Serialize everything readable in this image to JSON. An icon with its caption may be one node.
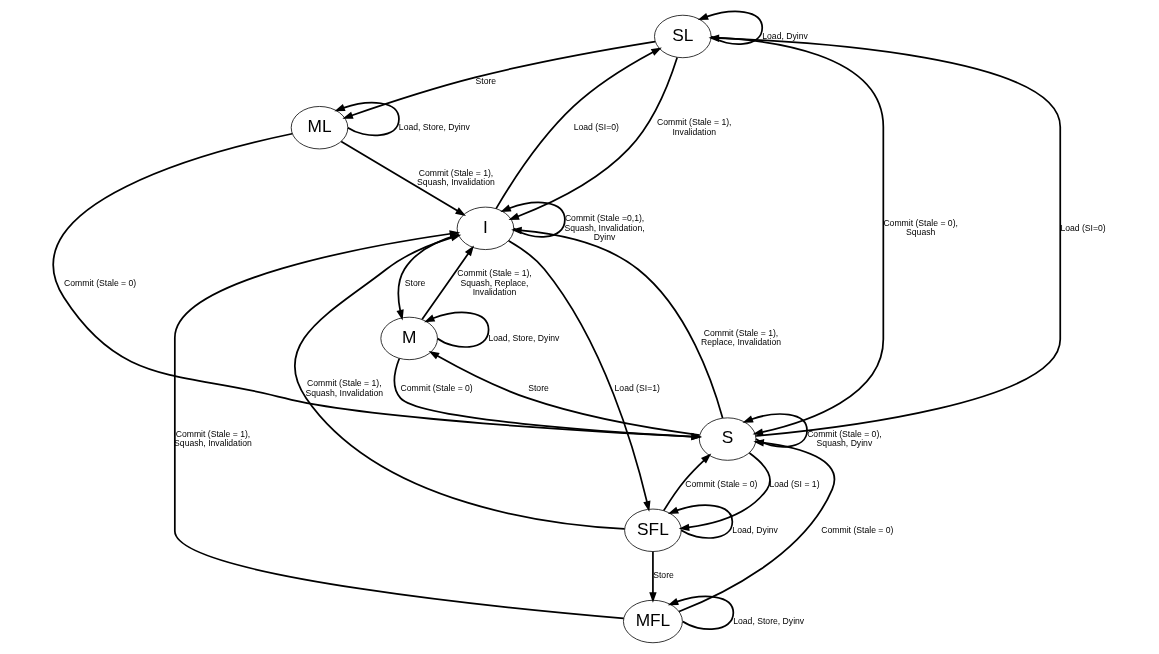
{
  "diagram": {
    "nodes": [
      {
        "text": [
          "SL"
        ]
      },
      {
        "text": [
          "SFL"
        ]
      },
      {
        "text": [
          "I"
        ]
      },
      {
        "text": [
          "ML"
        ]
      },
      {
        "text": [
          "M"
        ]
      },
      {
        "text": [
          "MFL"
        ]
      },
      {
        "text": [
          "S"
        ]
      }
    ],
    "edges": [
      {
        "from": 2,
        "to": 0,
        "arrow": "to",
        "label": "Load (SI=0)"
      },
      {
        "from": 0,
        "to": 0,
        "arrow": "to",
        "label": "Load, Dyinv"
      },
      {
        "from": 0,
        "to": 2,
        "arrow": "to",
        "label": "Commit (Stale = 1), Invalidation"
      },
      {
        "from": 0,
        "to": 3,
        "arrow": "to",
        "label": "Store"
      },
      {
        "from": 0,
        "to": 6,
        "arrow": "to",
        "label": "Commit (Stale = 0), Squash"
      },
      {
        "from": 6,
        "to": 0,
        "arrow": "to",
        "label": "Load (SI=0)"
      },
      {
        "from": 2,
        "to": 1,
        "arrow": "to",
        "label": "Load (SI=1)"
      },
      {
        "from": 1,
        "to": 1,
        "arrow": "to",
        "label": "Load, Dyinv"
      },
      {
        "from": 2,
        "to": 2,
        "arrow": "to",
        "label": "Commit (Stale =0,1), Squash, Invalidation, Dyinv"
      },
      {
        "from": 1,
        "to": 2,
        "arrow": "to",
        "label": "Commit (Stale = 1), Squash, Invalidation"
      },
      {
        "from": 1,
        "to": 5,
        "arrow": "to",
        "label": "Store"
      },
      {
        "from": 1,
        "to": 6,
        "arrow": "to",
        "label": "Commit (Stale = 0)"
      },
      {
        "from": 6,
        "to": 1,
        "arrow": "to",
        "label": "Load (SI = 1)"
      },
      {
        "from": 3,
        "to": 2,
        "arrow": "to",
        "label": "Commit (Stale = 1), Squash, Invalidation"
      },
      {
        "from": 3,
        "to": 3,
        "arrow": "to",
        "label": "Load, Store, Dyinv"
      },
      {
        "from": 3,
        "to": 6,
        "arrow": "to",
        "label": "Commit (Stale = 0)"
      },
      {
        "from": 4,
        "to": 2,
        "arrow": "to",
        "label": "Commit (Stale = 1), Squash, Replace, Invalidation"
      },
      {
        "from": 2,
        "to": 4,
        "arrow": "to",
        "label": "Store"
      },
      {
        "from": 4,
        "to": 4,
        "arrow": "to",
        "label": "Load, Store, Dyinv"
      },
      {
        "from": 4,
        "to": 6,
        "arrow": "to",
        "label": "Commit (Stale = 0)"
      },
      {
        "from": 5,
        "to": 5,
        "arrow": "to",
        "label": "Load, Store, Dyinv"
      },
      {
        "from": 5,
        "to": 2,
        "arrow": "to",
        "label": "Commit (Stale = 1), Squash, Invalidation"
      },
      {
        "from": 5,
        "to": 6,
        "arrow": "to",
        "label": "Commit (Stale = 0)"
      },
      {
        "from": 6,
        "to": 2,
        "arrow": "to",
        "label": "Commit (Stale = 1), Replace, Invalidation"
      },
      {
        "from": 6,
        "to": 4,
        "arrow": "to",
        "label": "Store"
      },
      {
        "from": 6,
        "to": 6,
        "arrow": "to",
        "label": "Commit (Stale = 0), Squash, Dyinv"
      }
    ]
  }
}
